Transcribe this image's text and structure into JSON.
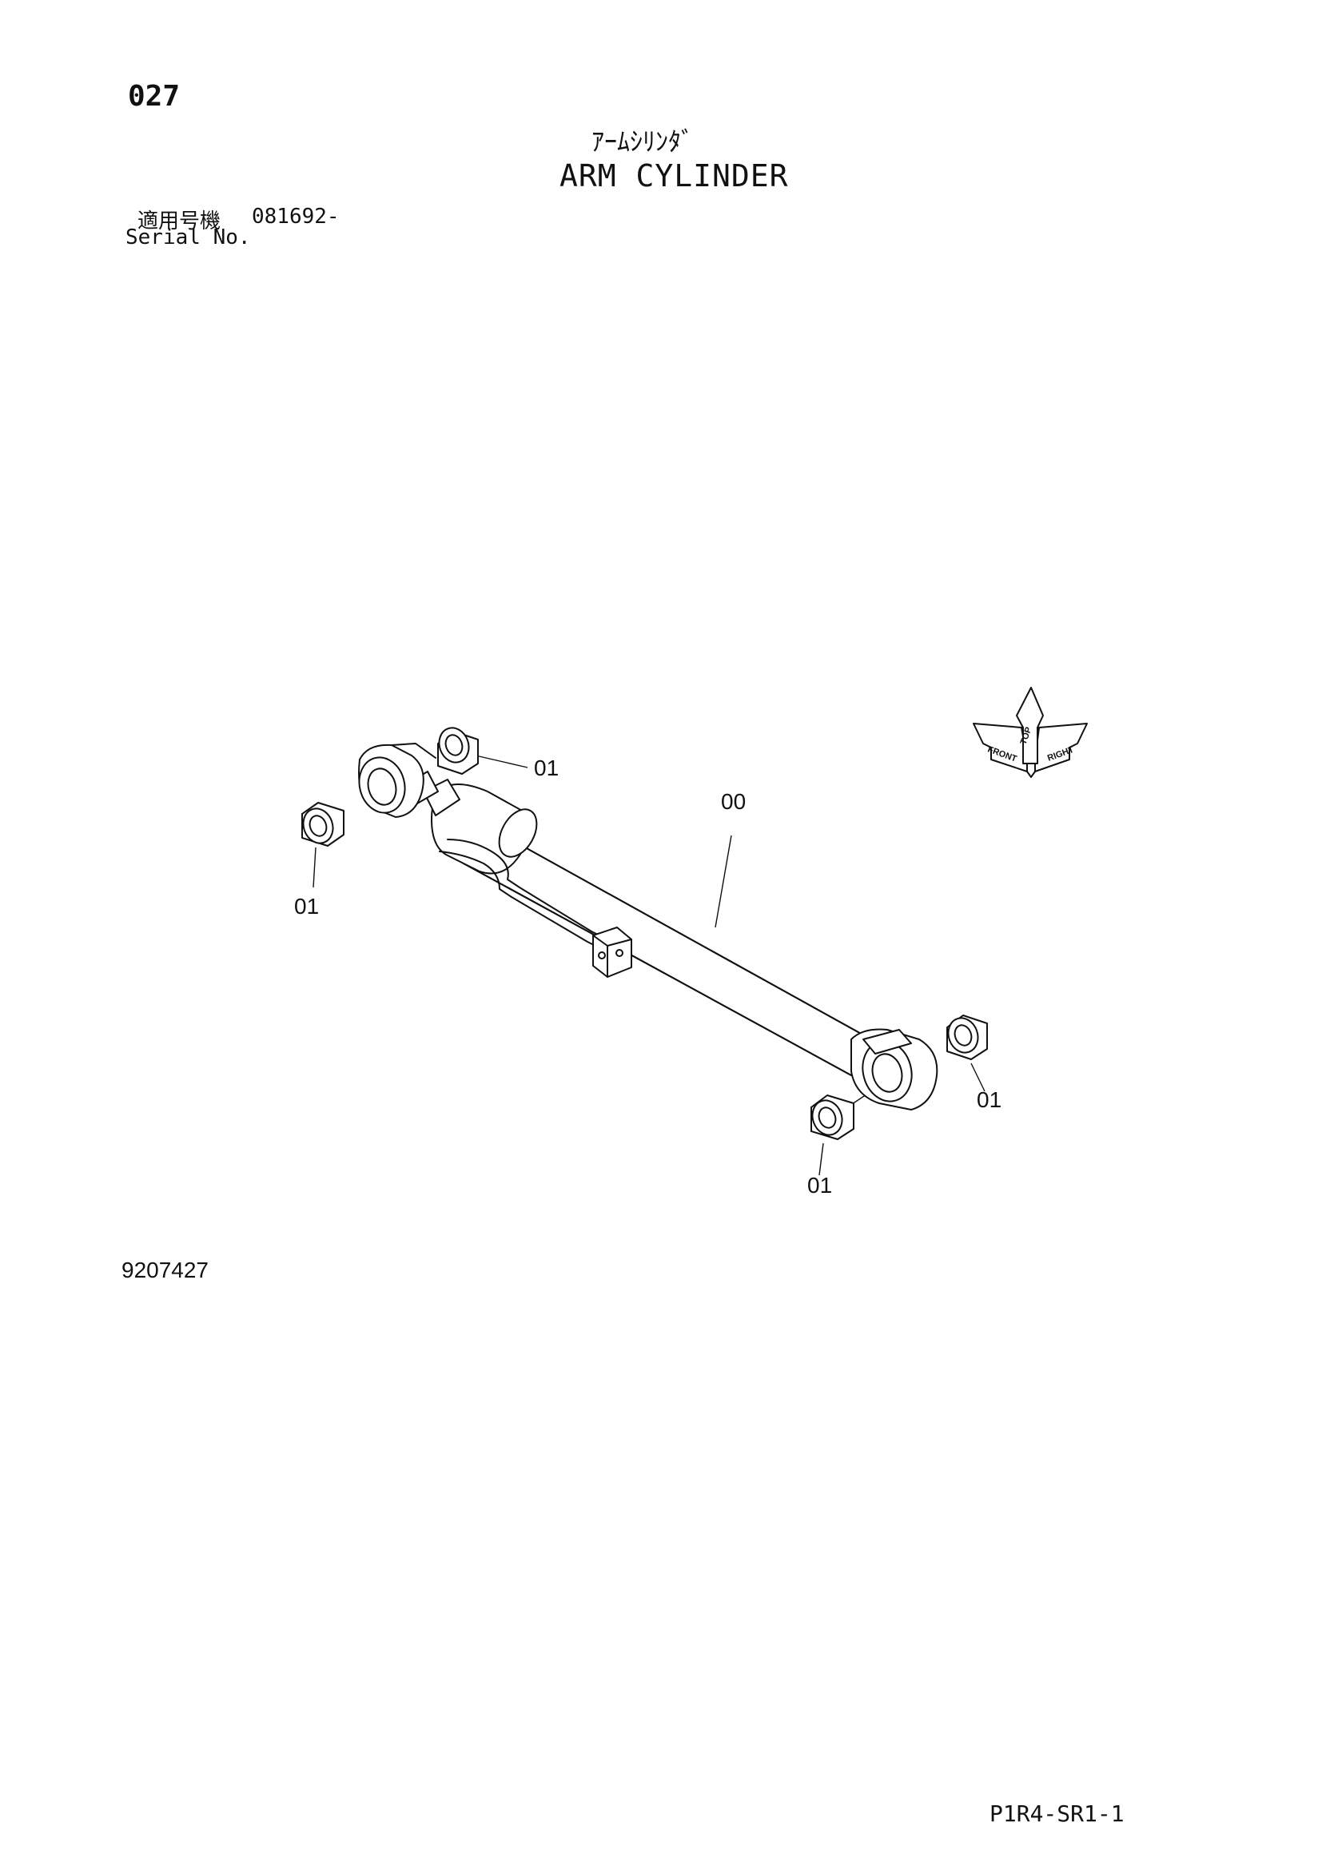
{
  "header": {
    "page_number": "027",
    "title_ja": "ｱｰﾑｼﾘﾝﾀﾞ",
    "title_en": "ARM CYLINDER",
    "serial_label_ja": "適用号機",
    "serial_value": "081692-",
    "serial_label_en": "Serial No."
  },
  "diagram": {
    "callouts": {
      "bushing_top_left": "01",
      "bushing_left": "01",
      "cylinder": "00",
      "bushing_right": "01",
      "bushing_bottom": "01"
    },
    "orientation_indicator": {
      "front": "FRONT",
      "right": "RIGHT",
      "top": "TOP"
    }
  },
  "footer": {
    "drawing_number": "9207427",
    "page_code": "P1R4-SR1-1"
  }
}
